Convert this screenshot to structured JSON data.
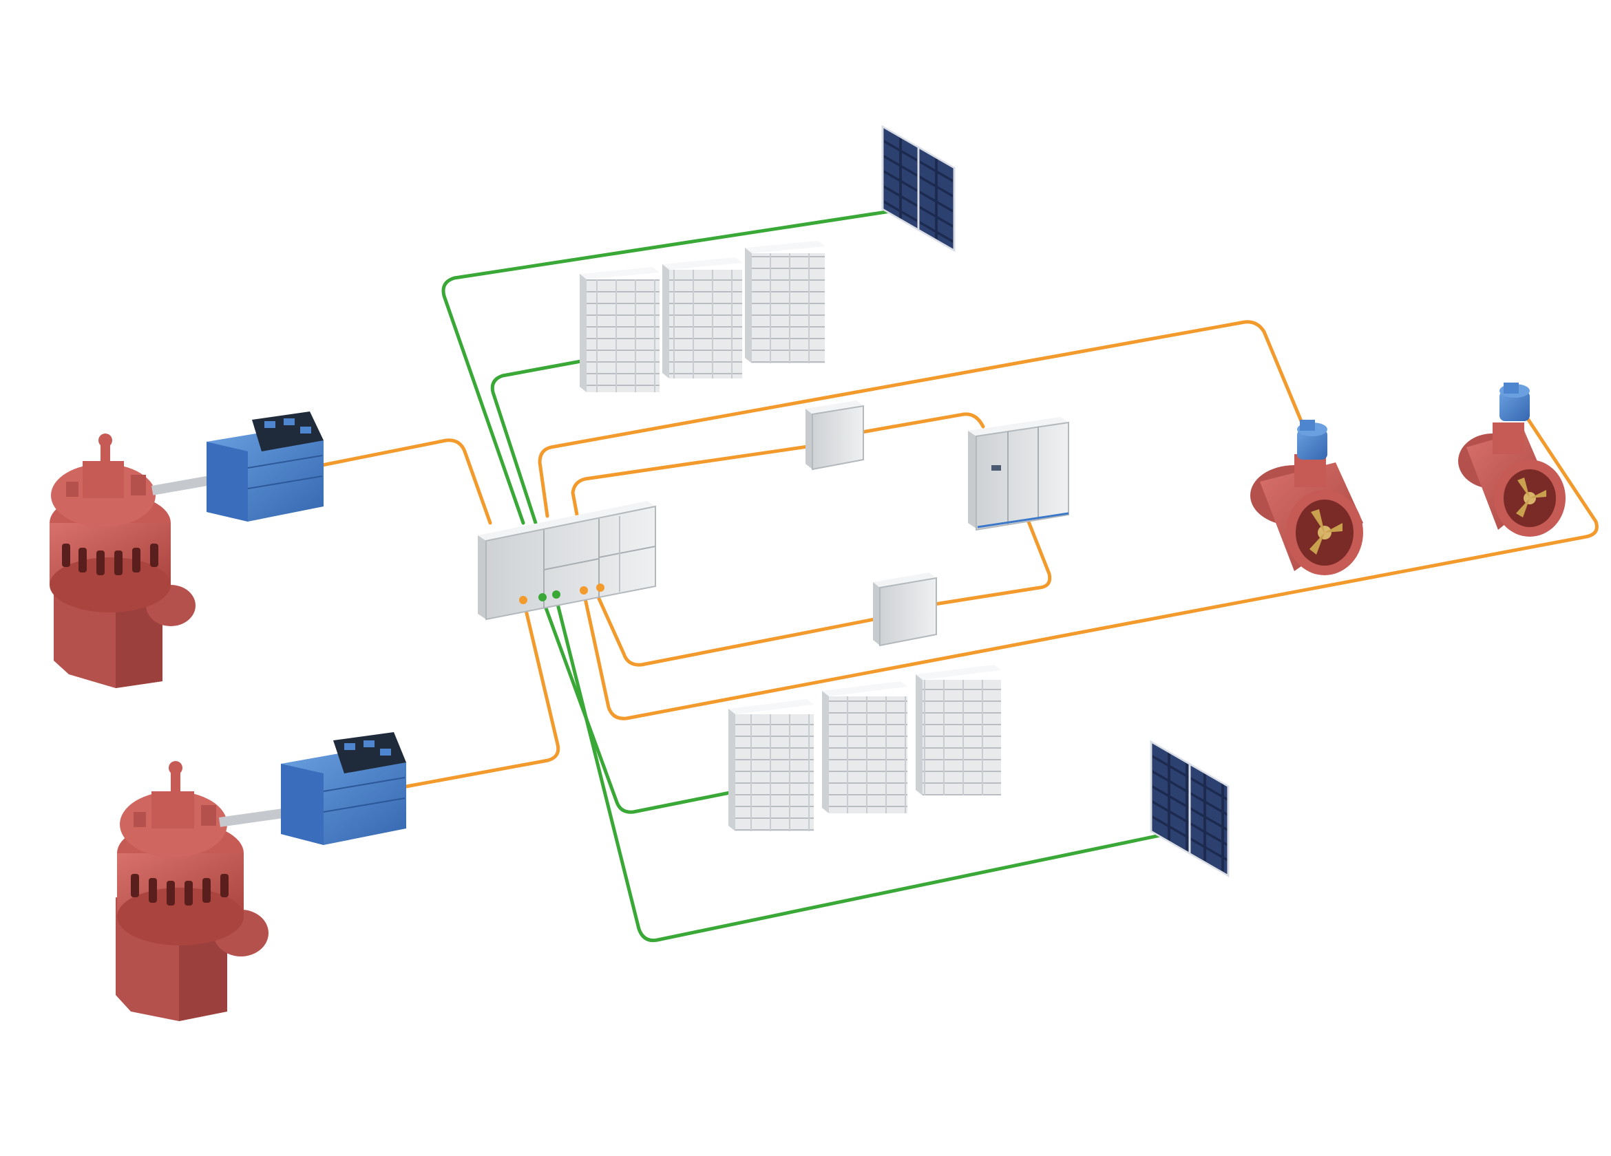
{
  "diagram": {
    "type": "ship hybrid electric propulsion system illustration",
    "background": "#ffffff",
    "colors": {
      "ac_cable": "#f39a2c",
      "dc_cable": "#3aa837",
      "hull_equipment": "#c65a55",
      "motor_blue": "#4d86cf",
      "cabinet_grey": "#e4e6e8",
      "solar_panel": "#1c2a4f"
    },
    "components": [
      {
        "id": "engine-1",
        "kind": "diesel-generator-set"
      },
      {
        "id": "engine-2",
        "kind": "diesel-generator-set"
      },
      {
        "id": "main-switchboard",
        "kind": "switchboard"
      },
      {
        "id": "battery-bank-1",
        "kind": "battery-rack-group"
      },
      {
        "id": "battery-bank-2",
        "kind": "battery-rack-group"
      },
      {
        "id": "solar-panel-1",
        "kind": "solar-panel"
      },
      {
        "id": "solar-panel-2",
        "kind": "solar-panel"
      },
      {
        "id": "converter-1",
        "kind": "converter-box"
      },
      {
        "id": "converter-2",
        "kind": "converter-box"
      },
      {
        "id": "distribution-cabinet",
        "kind": "cabinet"
      },
      {
        "id": "thruster-1",
        "kind": "tunnel-thruster"
      },
      {
        "id": "thruster-2",
        "kind": "tunnel-thruster"
      }
    ]
  }
}
